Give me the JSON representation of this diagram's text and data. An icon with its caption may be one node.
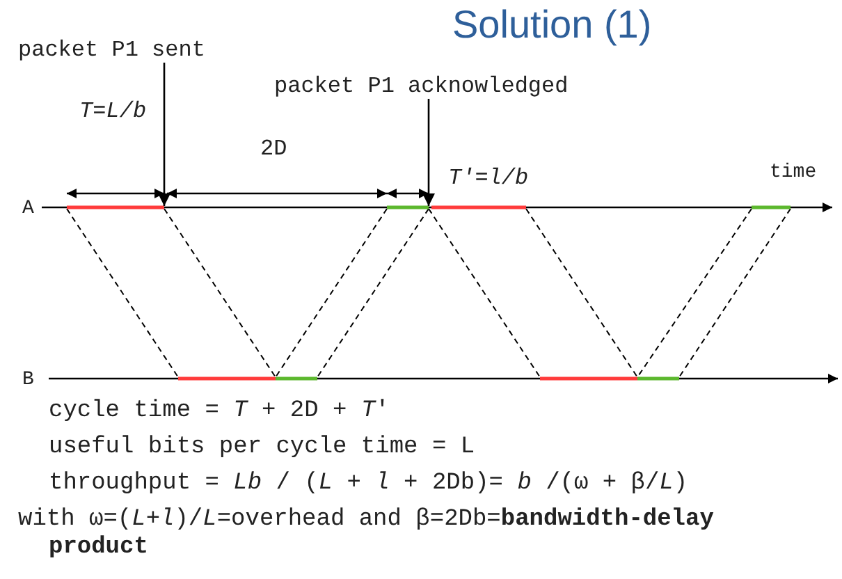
{
  "diagram": {
    "title": "Solution (1)",
    "nodes": [
      {
        "text": [
          "packet P1 sent"
        ]
      },
      {
        "text": [
          "packet P1 acknowledged"
        ]
      }
    ],
    "edges": [
      {
        "from": 0,
        "to": null,
        "arrow": "to"
      },
      {
        "from": 1,
        "to": null,
        "arrow": "to"
      }
    ],
    "labels": [
      "*T*=*L*/*b*",
      "2D",
      "time",
      "*T*′=*l*/*b*",
      "A",
      "B",
      "cycle time = *T* + 2D + *T*′",
      "useful bits per cycle time = L",
      "throughput = *Lb* / (*L* + *l* + 2Db)= *b* /(ω + β/*L*)",
      "with ω=(*L*+*l*)/*L*=overhead and β=2Db=**bandwidth-delay product**"
    ]
  }
}
